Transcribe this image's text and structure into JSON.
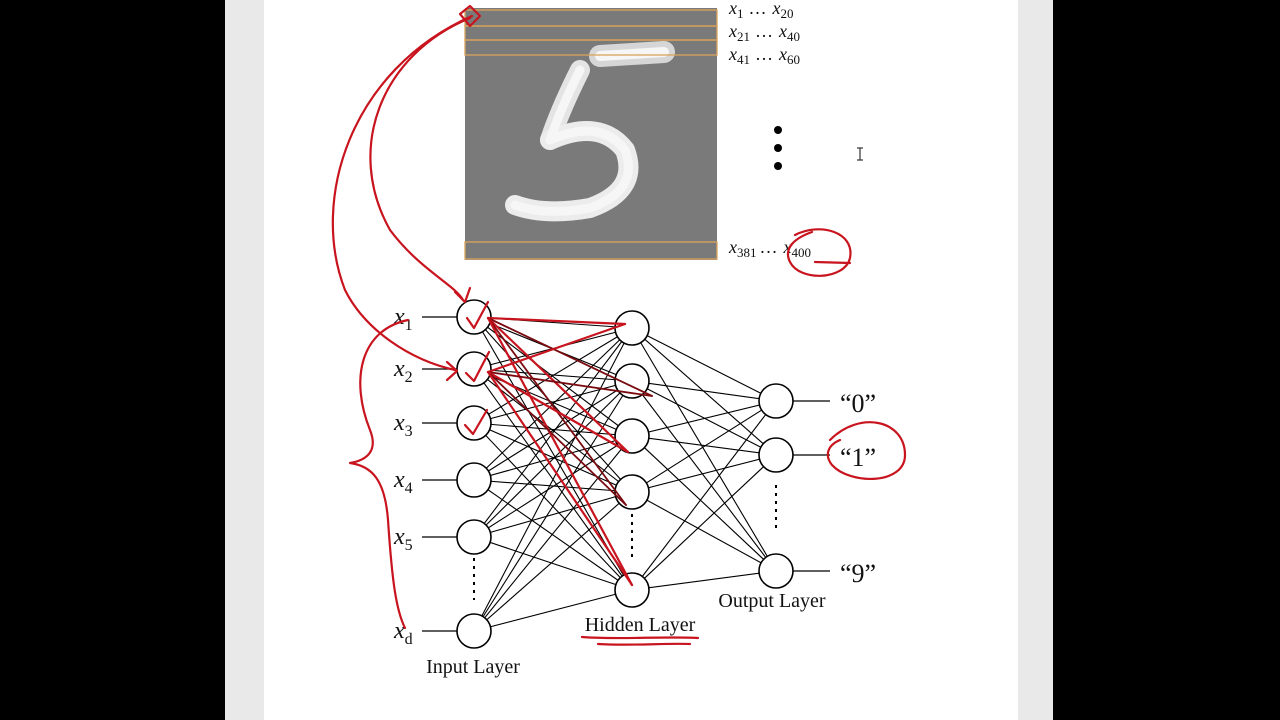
{
  "image_rows": {
    "row1": {
      "var": "x",
      "sub1": "1",
      "dots": "…",
      "var2": "x",
      "sub2": "20"
    },
    "row2": {
      "var": "x",
      "sub1": "21",
      "dots": "…",
      "var2": "x",
      "sub2": "40"
    },
    "row3": {
      "var": "x",
      "sub1": "41",
      "dots": "…",
      "var2": "x",
      "sub2": "60"
    },
    "last": {
      "var": "x",
      "sub1": "381",
      "dots": "…",
      "var2": "x",
      "sub2": "400"
    }
  },
  "input_nodes": [
    {
      "var": "x",
      "sub": "1"
    },
    {
      "var": "x",
      "sub": "2"
    },
    {
      "var": "x",
      "sub": "3"
    },
    {
      "var": "x",
      "sub": "4"
    },
    {
      "var": "x",
      "sub": "5"
    },
    {
      "var": "x",
      "sub": "d"
    }
  ],
  "outputs": [
    "“0”",
    "“1”",
    "“9”"
  ],
  "layers": {
    "input": "Input Layer",
    "hidden": "Hidden Layer",
    "output": "Output Layer"
  },
  "colors": {
    "annotation": "#c8141e",
    "image_bands": "#d9a35b",
    "digit_background": "#7a7a7a"
  }
}
